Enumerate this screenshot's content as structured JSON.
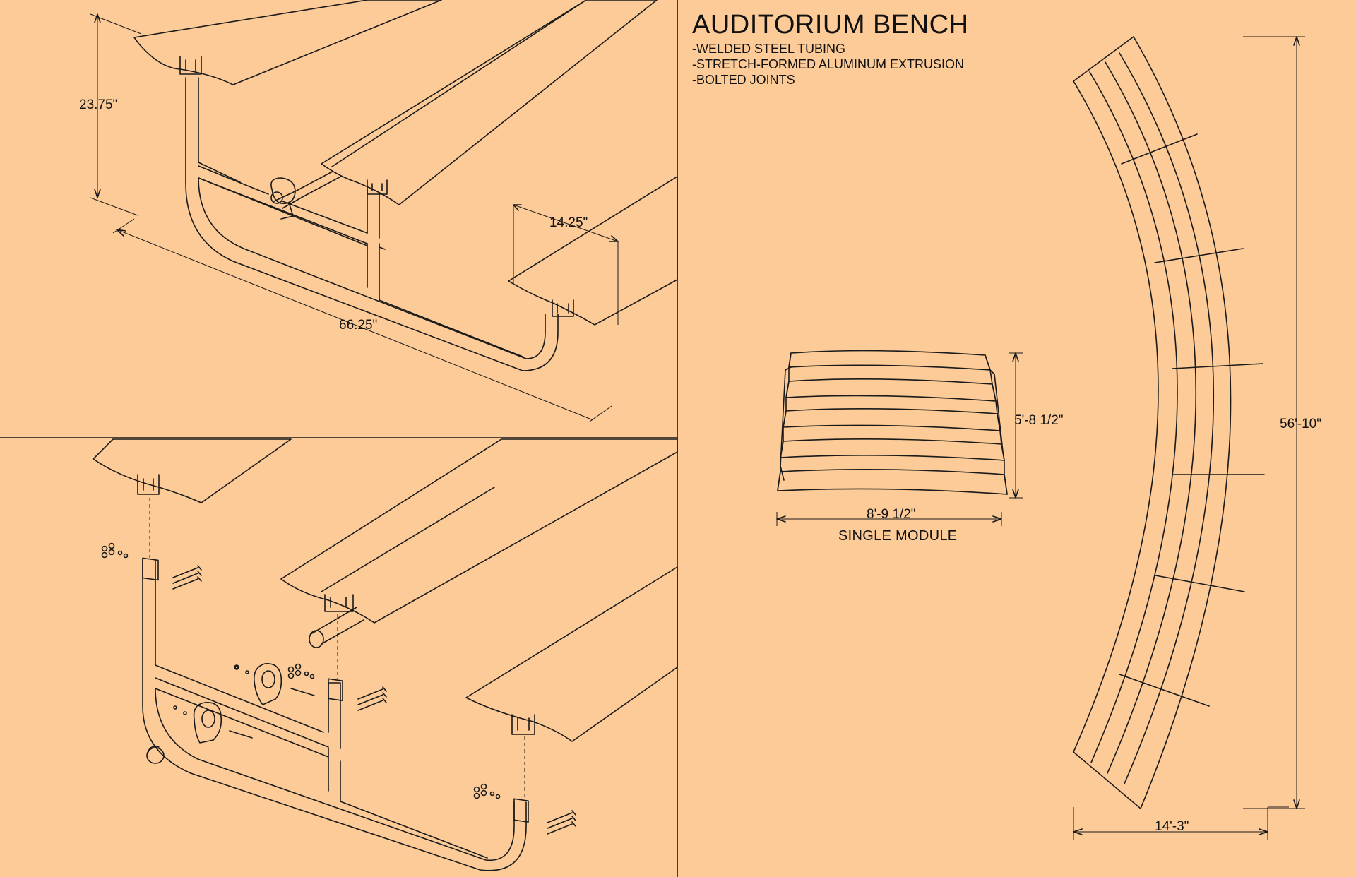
{
  "title": "AUDITORIUM BENCH",
  "notes": [
    "-WELDED STEEL TUBING",
    "-STRETCH-FORMED ALUMINUM EXTRUSION",
    "-BOLTED JOINTS"
  ],
  "dimensions": {
    "height": "23.75\"",
    "seat_depth": "14.25\"",
    "length": "66.25\"",
    "module_depth": "5'-8 1/2\"",
    "module_width": "8'-9 1/2\"",
    "overall_length": "56'-10\"",
    "overall_depth": "14'-3\""
  },
  "module_caption": "SINGLE MODULE",
  "colors": {
    "background": "#FCCB97",
    "linework": "#1a1a1a"
  }
}
